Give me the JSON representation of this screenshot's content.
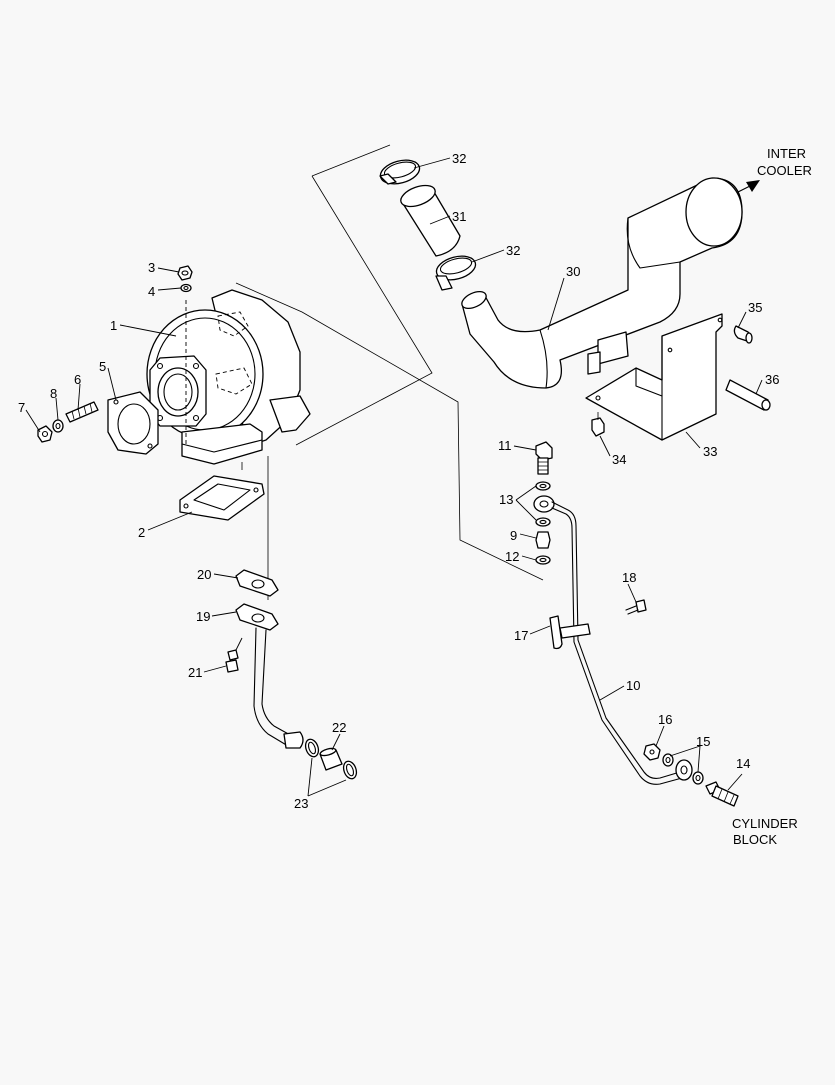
{
  "diagram": {
    "labels": {
      "p1": "1",
      "p2": "2",
      "p3": "3",
      "p4": "4",
      "p5": "5",
      "p6": "6",
      "p7": "7",
      "p8": "8",
      "p9": "9",
      "p10": "10",
      "p11": "11",
      "p12": "12",
      "p13": "13",
      "p14": "14",
      "p15": "15",
      "p16": "16",
      "p17": "17",
      "p18": "18",
      "p19": "19",
      "p20": "20",
      "p21": "21",
      "p22": "22",
      "p23": "23",
      "p30": "30",
      "p31": "31",
      "p32a": "32",
      "p32b": "32",
      "p33": "33",
      "p34": "34",
      "p35": "35",
      "p36": "36"
    },
    "notes": {
      "intercooler_line1": "INTER",
      "intercooler_line2": "COOLER",
      "cylinder_line1": "CYLINDER",
      "cylinder_line2": "BLOCK"
    }
  }
}
